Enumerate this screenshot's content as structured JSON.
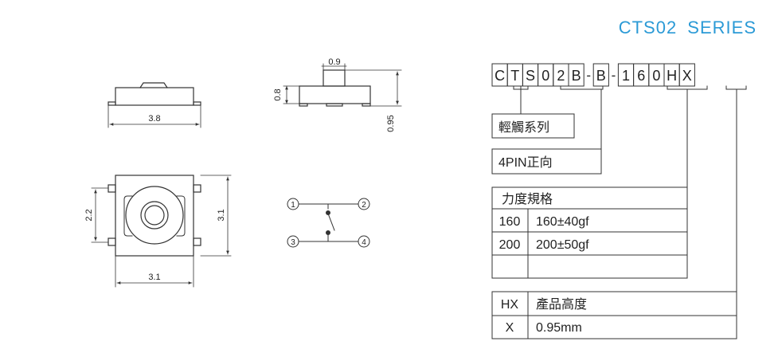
{
  "title": "CTS02  SERIES",
  "colors": {
    "title": "#2b9ad6",
    "line": "#333333",
    "body_fill": "#ffffff"
  },
  "dimensions": {
    "side_width": "3.8",
    "profile_actuator": "0.9",
    "profile_body_height": "0.8",
    "profile_total_height": "0.95",
    "top_pin_span": "2.2",
    "top_height": "3.1",
    "top_width": "3.1"
  },
  "circuit": {
    "pins": [
      "1",
      "2",
      "3",
      "4"
    ]
  },
  "part_number": {
    "chars": [
      "C",
      "T",
      "S",
      "0",
      "2",
      "B",
      "-",
      "B",
      "-",
      "1",
      "6",
      "0",
      "H",
      "X"
    ]
  },
  "spec": {
    "type_label": "輕觸系列",
    "pin_label": "4PIN正向",
    "force": {
      "header": "力度規格",
      "rows": [
        {
          "code": "160",
          "value": "160±40gf"
        },
        {
          "code": "200",
          "value": "200±50gf"
        },
        {
          "code": "",
          "value": ""
        }
      ]
    },
    "height": {
      "rows": [
        {
          "code": "HX",
          "value": "產品高度"
        },
        {
          "code": "X",
          "value": "0.95mm"
        }
      ]
    }
  }
}
